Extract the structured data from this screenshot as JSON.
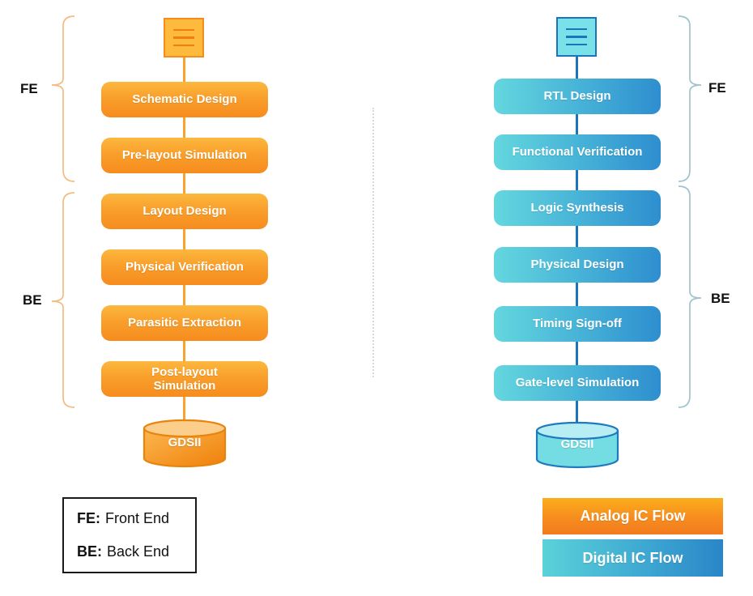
{
  "diagram": {
    "left_flow": {
      "name": "Analog IC Flow",
      "icon": "document-icon",
      "steps": [
        "Schematic Design",
        "Pre-layout Simulation",
        "Layout Design",
        "Physical Verification",
        "Parasitic Extraction",
        "Post-layout\nSimulation"
      ],
      "output": "GDSII",
      "fe_label": "FE",
      "be_label": "BE"
    },
    "right_flow": {
      "name": "Digital IC Flow",
      "icon": "document-icon",
      "steps": [
        "RTL Design",
        "Functional Verification",
        "Logic Synthesis",
        "Physical Design",
        "Timing Sign-off",
        "Gate-level Simulation"
      ],
      "output": "GDSII",
      "fe_label": "FE",
      "be_label": "BE"
    },
    "legend_box": {
      "fe_abbr": "FE:",
      "fe_desc": "Front End",
      "be_abbr": "BE:",
      "be_desc": "Back End"
    },
    "legend_bars": [
      {
        "label": "Analog IC Flow",
        "color": "#F68C1E"
      },
      {
        "label": "Digital IC Flow",
        "color": "#2A86C8"
      }
    ],
    "colors": {
      "analog_gradient_top": "#FCB83F",
      "analog_gradient_bottom": "#F68C1E",
      "digital_gradient_left": "#64D7DE",
      "digital_gradient_right": "#2E8ECF",
      "analog_connector": "#F9A32F",
      "digital_connector": "#1C75BC",
      "analog_brace": "#F3BC80",
      "digital_brace": "#9FC4CE"
    }
  }
}
